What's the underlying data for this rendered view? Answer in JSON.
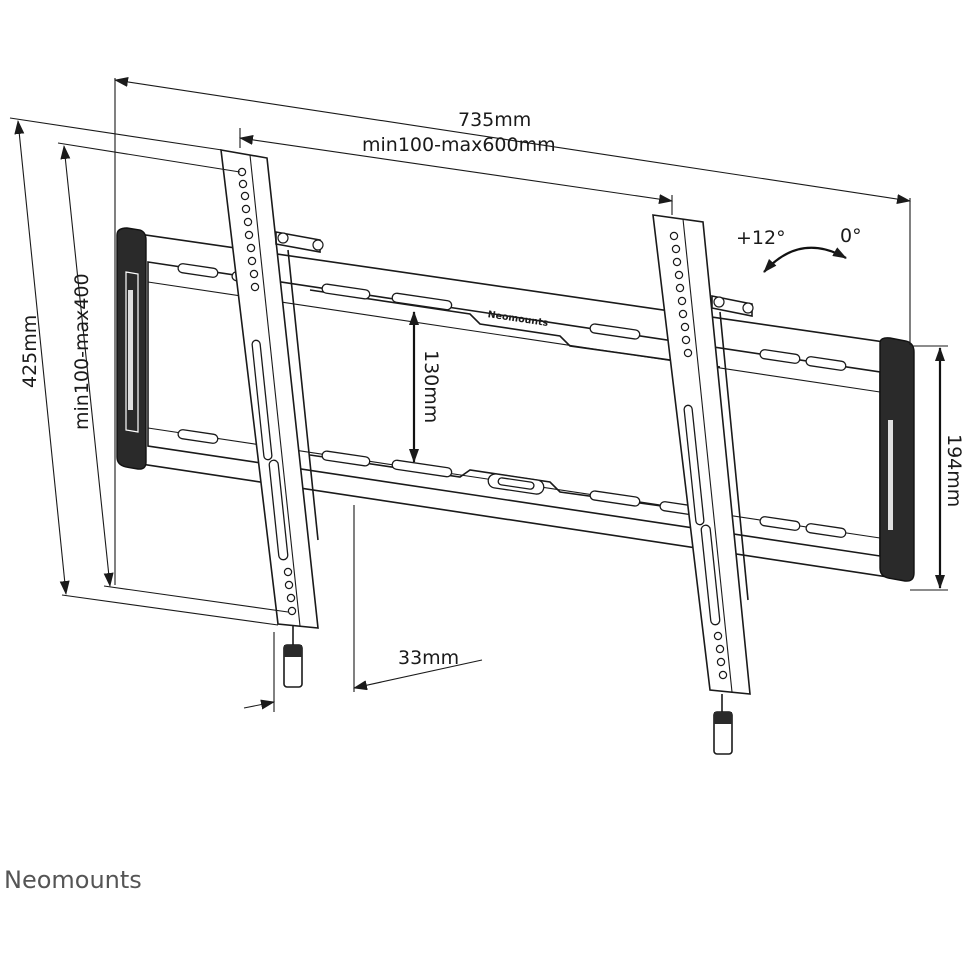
{
  "dimensions": {
    "width_total": "735mm",
    "vesa_width": "min100-max600mm",
    "height_total": "425mm",
    "vesa_height": "min100-max400",
    "slot_spacing": "130mm",
    "rail_height": "194mm",
    "wall_distance": "33mm"
  },
  "tilt": {
    "max": "+12°",
    "min": "0°"
  },
  "brand": {
    "plate_logo": "Neomounts",
    "footer_logo": "Neomounts"
  },
  "colors": {
    "line": "#1a1a1a",
    "pad": "#2a2a2a",
    "footer_logo": "#555555"
  }
}
